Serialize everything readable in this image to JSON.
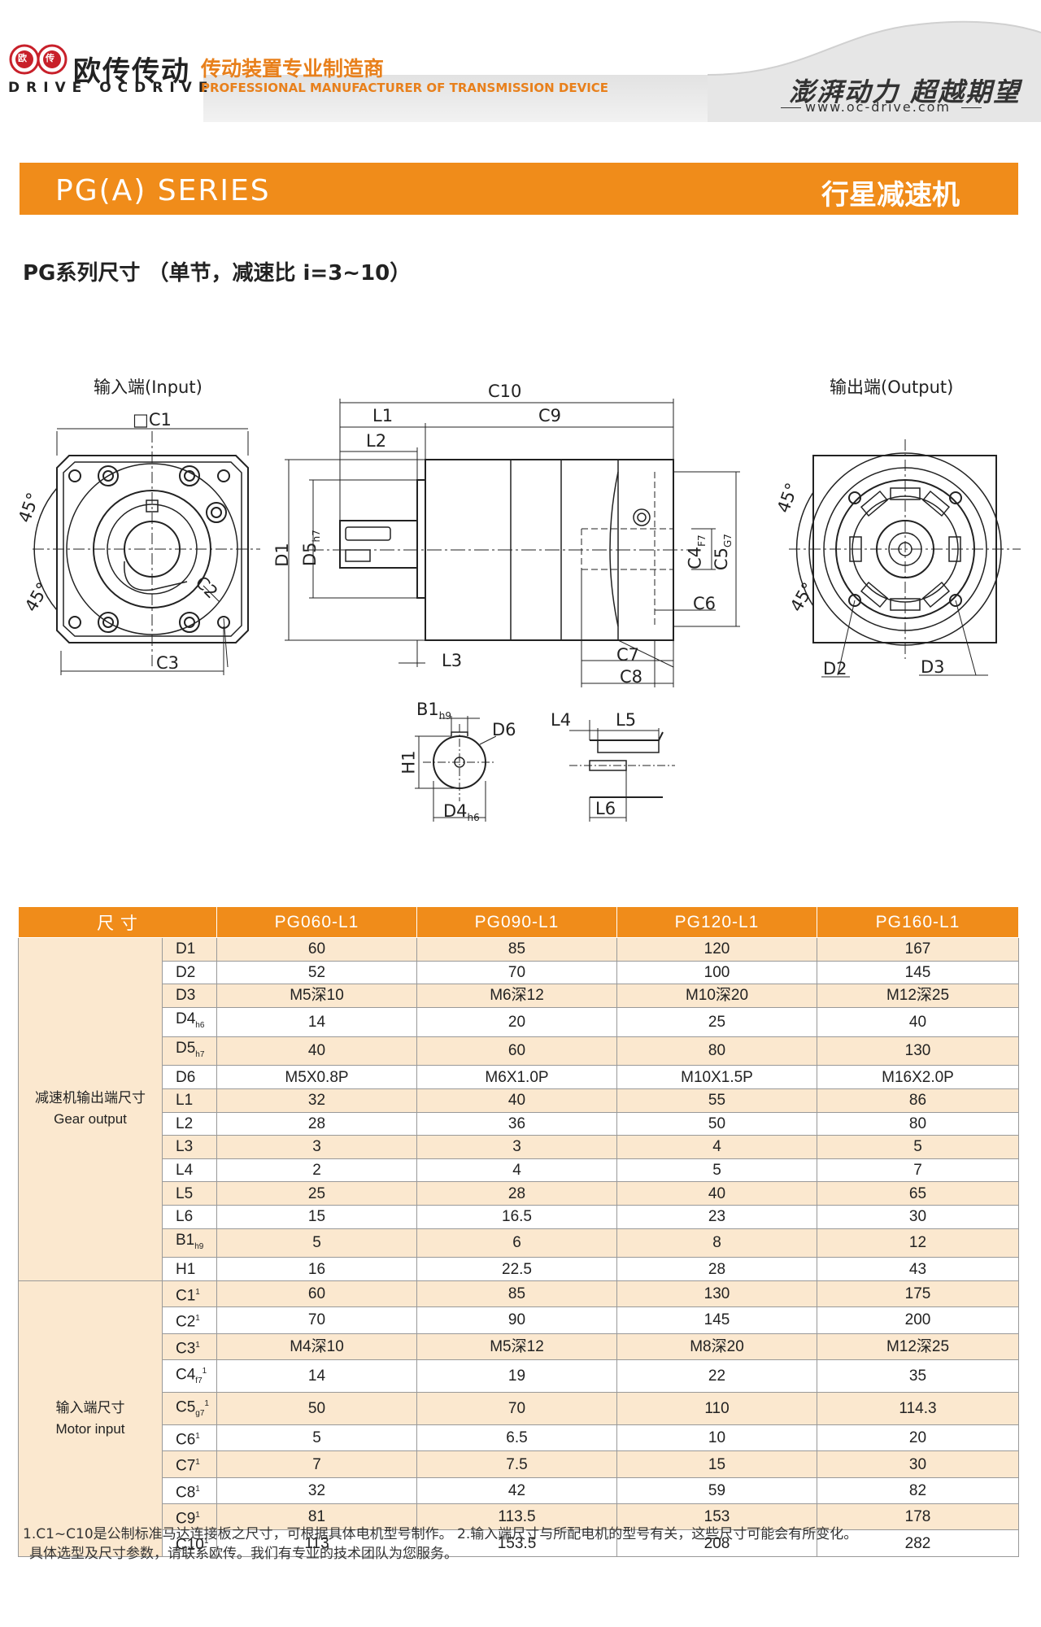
{
  "header": {
    "logo_name": "欧传传动",
    "logo_sub": "DRIVE OCDRIVE",
    "logo_badge_left": "欧",
    "logo_badge_right": "传",
    "tagline_cn": "传动装置专业制造商",
    "tagline_en": "PROFESSIONAL MANUFACTURER OF TRANSMISSION DEVICE",
    "slogan": "澎湃动力 超越期望",
    "website": "www.oc-drive.com"
  },
  "series": {
    "name": "PG(A) SERIES",
    "name_cn": "行星减速机"
  },
  "subtitle": "PG系列尺寸 （单节，减速比 i=3~10）",
  "drawing": {
    "input_label": "输入端(Input)",
    "output_label": "输出端(Output)",
    "dims": {
      "C1": "□C1",
      "C2": "C2",
      "C3": "C3",
      "C4": "C4",
      "C5": "C5",
      "C6": "C6",
      "C7": "C7",
      "C8": "C8",
      "C9": "C9",
      "C10": "C10",
      "L1": "L1",
      "L2": "L2",
      "L3": "L3",
      "L4": "L4",
      "L5": "L5",
      "L6": "L6",
      "D1": "D1",
      "D2": "D2",
      "D3": "D3",
      "D4": "D4",
      "D5": "D5",
      "D6": "D6",
      "B1": "B1",
      "H1": "H1",
      "tol_C4": "F7",
      "tol_C5": "G7",
      "tol_D5": "h7",
      "tol_D4": "h6",
      "tol_B1": "h9",
      "angle": "45°"
    }
  },
  "table": {
    "header_label": "尺 寸",
    "models": [
      "PG060-L1",
      "PG090-L1",
      "PG120-L1",
      "PG160-L1"
    ],
    "groups": [
      {
        "name_cn": "减速机输出端尺寸",
        "name_en": "Gear output",
        "rows": [
          {
            "param": "D1",
            "sub": "",
            "values": [
              "60",
              "85",
              "120",
              "167"
            ]
          },
          {
            "param": "D2",
            "sub": "",
            "values": [
              "52",
              "70",
              "100",
              "145"
            ]
          },
          {
            "param": "D3",
            "sub": "",
            "values": [
              "M5深10",
              "M6深12",
              "M10深20",
              "M12深25"
            ]
          },
          {
            "param": "D4",
            "sub": "h6",
            "values": [
              "14",
              "20",
              "25",
              "40"
            ]
          },
          {
            "param": "D5",
            "sub": "h7",
            "values": [
              "40",
              "60",
              "80",
              "130"
            ]
          },
          {
            "param": "D6",
            "sub": "",
            "values": [
              "M5X0.8P",
              "M6X1.0P",
              "M10X1.5P",
              "M16X2.0P"
            ]
          },
          {
            "param": "L1",
            "sub": "",
            "values": [
              "32",
              "40",
              "55",
              "86"
            ]
          },
          {
            "param": "L2",
            "sub": "",
            "values": [
              "28",
              "36",
              "50",
              "80"
            ]
          },
          {
            "param": "L3",
            "sub": "",
            "values": [
              "3",
              "3",
              "4",
              "5"
            ]
          },
          {
            "param": "L4",
            "sub": "",
            "values": [
              "2",
              "4",
              "5",
              "7"
            ]
          },
          {
            "param": "L5",
            "sub": "",
            "values": [
              "25",
              "28",
              "40",
              "65"
            ]
          },
          {
            "param": "L6",
            "sub": "",
            "values": [
              "15",
              "16.5",
              "23",
              "30"
            ]
          },
          {
            "param": "B1",
            "sub": "h9",
            "values": [
              "5",
              "6",
              "8",
              "12"
            ]
          },
          {
            "param": "H1",
            "sub": "",
            "values": [
              "16",
              "22.5",
              "28",
              "43"
            ]
          }
        ]
      },
      {
        "name_cn": "输入端尺寸",
        "name_en": "Motor input",
        "rows": [
          {
            "param": "C1",
            "sub": "",
            "sup": "1",
            "values": [
              "60",
              "85",
              "130",
              "175"
            ]
          },
          {
            "param": "C2",
            "sub": "",
            "sup": "1",
            "values": [
              "70",
              "90",
              "145",
              "200"
            ]
          },
          {
            "param": "C3",
            "sub": "",
            "sup": "1",
            "values": [
              "M4深10",
              "M5深12",
              "M8深20",
              "M12深25"
            ]
          },
          {
            "param": "C4",
            "sub": "f7",
            "sup": "1",
            "values": [
              "14",
              "19",
              "22",
              "35"
            ]
          },
          {
            "param": "C5",
            "sub": "g7",
            "sup": "1",
            "values": [
              "50",
              "70",
              "110",
              "114.3"
            ]
          },
          {
            "param": "C6",
            "sub": "",
            "sup": "1",
            "values": [
              "5",
              "6.5",
              "10",
              "20"
            ]
          },
          {
            "param": "C7",
            "sub": "",
            "sup": "1",
            "values": [
              "7",
              "7.5",
              "15",
              "30"
            ]
          },
          {
            "param": "C8",
            "sub": "",
            "sup": "1",
            "values": [
              "32",
              "42",
              "59",
              "82"
            ]
          },
          {
            "param": "C9",
            "sub": "",
            "sup": "1",
            "values": [
              "81",
              "113.5",
              "153",
              "178"
            ]
          },
          {
            "param": "C10",
            "sub": "",
            "sup": "1",
            "values": [
              "113",
              "153.5",
              "208",
              "282"
            ]
          }
        ]
      }
    ]
  },
  "notes": {
    "line1": "1.C1~C10是公制标准马达连接板之尺寸，可根据具体电机型号制作。    2.输入端尺寸与所配电机的型号有关，这些尺寸可能会有所变化。",
    "line2": "具体选型及尺寸参数，请联系欧传。我们有专业的技术团队为您服务。"
  },
  "colors": {
    "accent": "#f08c1a",
    "row_tint": "#fbe8cf",
    "logo_red": "#c8202a"
  }
}
